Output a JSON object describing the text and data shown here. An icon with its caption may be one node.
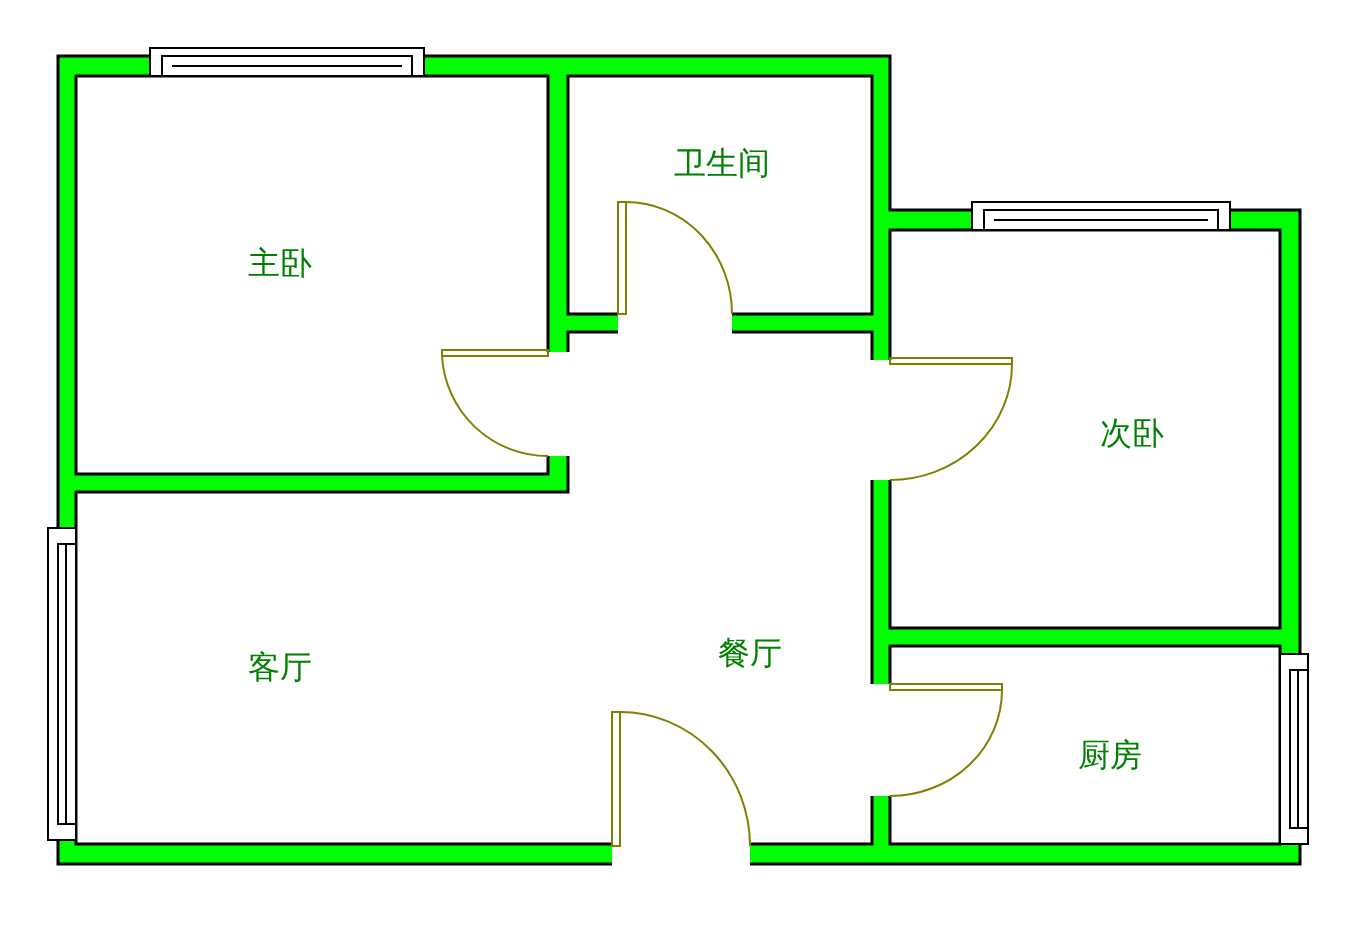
{
  "diagram": {
    "labels": [
      "卫生间",
      "主卧",
      "次卧",
      "客厅",
      "餐厅",
      "厨房"
    ]
  }
}
